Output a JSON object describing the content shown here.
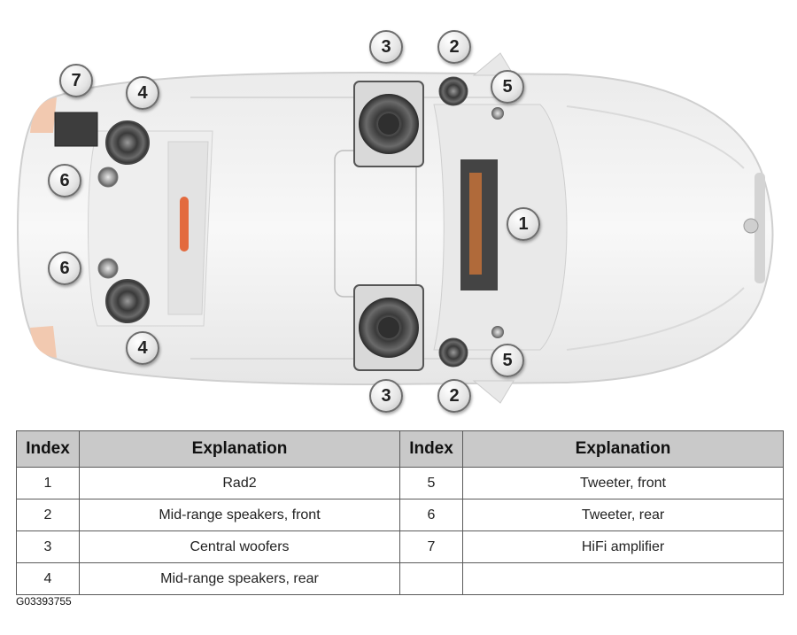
{
  "callouts": [
    "1",
    "2",
    "3",
    "4",
    "5",
    "6",
    "7"
  ],
  "legend": {
    "headers": [
      "Index",
      "Explanation",
      "Index",
      "Explanation"
    ],
    "rows": [
      {
        "i1": "1",
        "e1": "Rad2",
        "i2": "5",
        "e2": "Tweeter, front"
      },
      {
        "i1": "2",
        "e1": "Mid-range speakers, front",
        "i2": "6",
        "e2": "Tweeter, rear"
      },
      {
        "i1": "3",
        "e1": "Central woofers",
        "i2": "7",
        "e2": "HiFi amplifier"
      },
      {
        "i1": "4",
        "e1": "Mid-range speakers, rear",
        "i2": "",
        "e2": ""
      }
    ]
  },
  "figure_id": "G03393755"
}
